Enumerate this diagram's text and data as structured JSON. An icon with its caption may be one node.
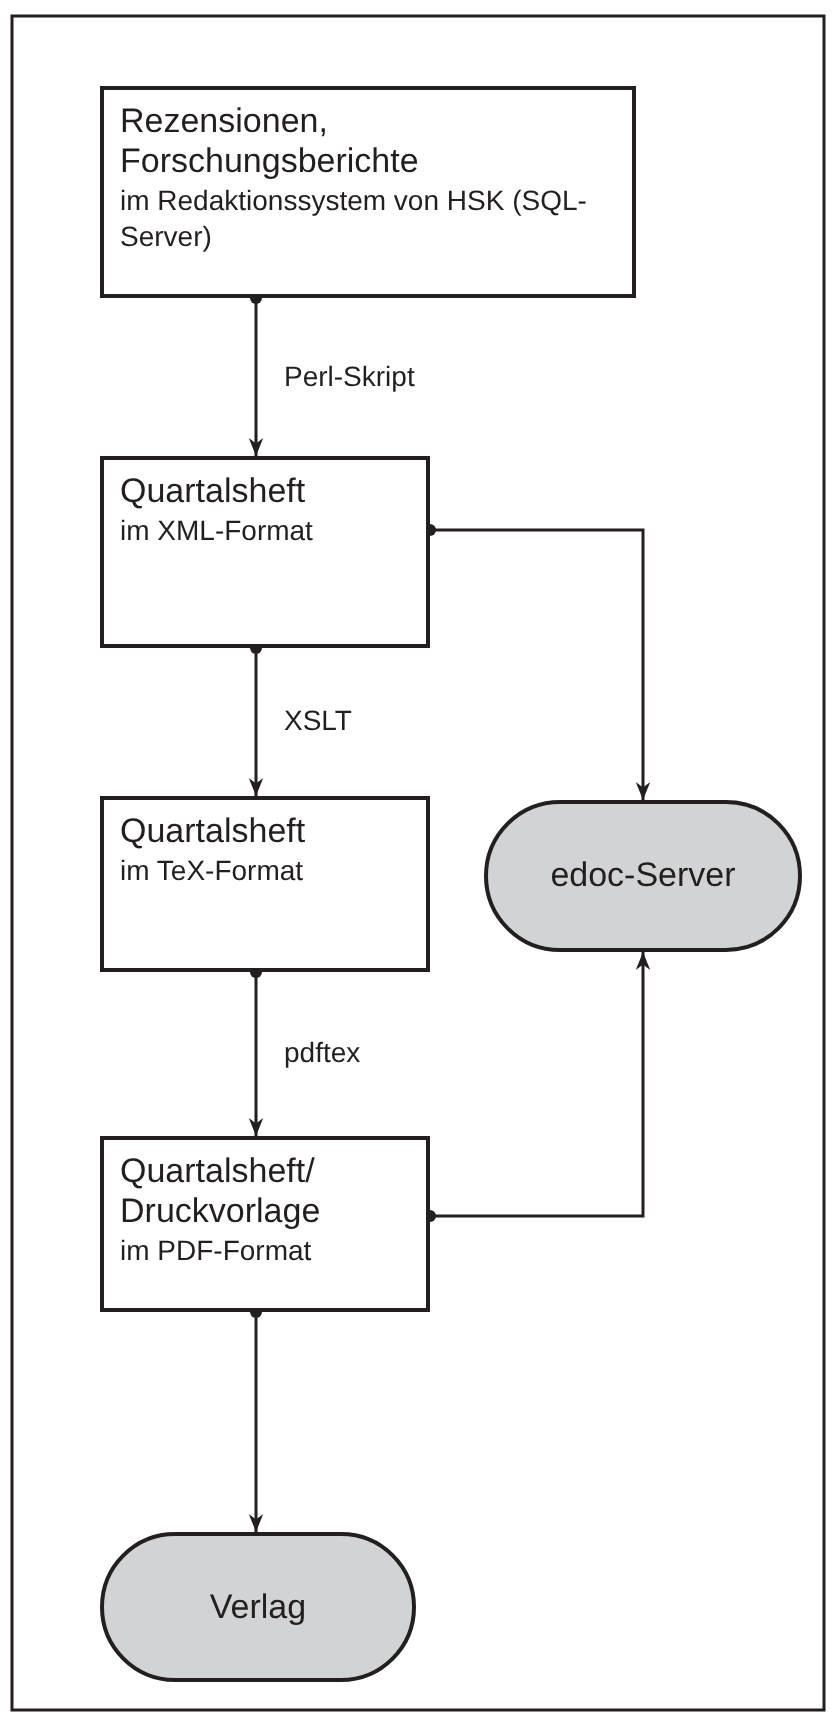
{
  "diagram": {
    "nodes": [
      {
        "text": [
          "Rezensionen, Forschungsberichte",
          "im Redaktionssystem von HSK (SQL-Server)"
        ]
      },
      {
        "text": [
          "Quartalsheft",
          "im XML-Format"
        ]
      },
      {
        "text": [
          "Quartalsheft",
          "im TeX-Format"
        ]
      },
      {
        "text": [
          "edoc-Server"
        ]
      },
      {
        "text": [
          "Quartalsheft/ Druckvorlage",
          "im PDF-Format"
        ]
      },
      {
        "text": [
          "Verlag"
        ]
      }
    ],
    "edges": [
      {
        "from": 0,
        "to": 1,
        "arrow": "to",
        "label": "Perl-Skript"
      },
      {
        "from": 1,
        "to": 2,
        "arrow": "to",
        "label": "XSLT"
      },
      {
        "from": 1,
        "to": 3,
        "arrow": "to"
      },
      {
        "from": 2,
        "to": 4,
        "arrow": "to",
        "label": "pdftex"
      },
      {
        "from": 4,
        "to": 3,
        "arrow": "to"
      },
      {
        "from": 4,
        "to": 5,
        "arrow": "to"
      }
    ]
  }
}
